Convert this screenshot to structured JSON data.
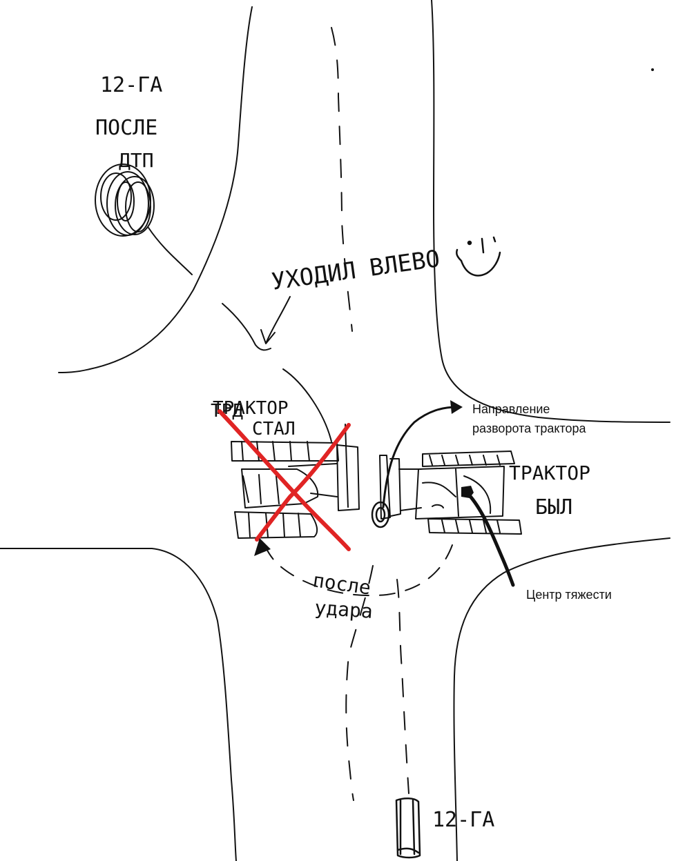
{
  "colors": {
    "ink": "#111111",
    "cross": "#e02424",
    "background": "#ffffff"
  },
  "labels": {
    "car_after_label_line1": "12-ГА",
    "car_after_label_line2": "ПОСЛЕ",
    "car_after_label_line3": "ДТП",
    "goes_left": "УХОДИЛ ВЛЕВО",
    "tractor_was_line1": "ТРАКТОР",
    "tractor_was_line2": "СТАЛ",
    "tractor_was_line1_overwrite": "ТРД",
    "direction_line1": "Направление",
    "direction_line2": "разворота трактора",
    "tractor_now_line1": "ТРАКТОР",
    "tractor_now_line2": "БЫЛ",
    "center_of_gravity": "Центр тяжести",
    "after_hit_line1": "после",
    "after_hit_line2": "удара",
    "car_before_label": "12-ГА"
  },
  "icons": {
    "smiley": "smiley-face-icon",
    "crossed_out": "red-cross-icon",
    "crash_scribble": "crashed-car-scribble-icon"
  }
}
